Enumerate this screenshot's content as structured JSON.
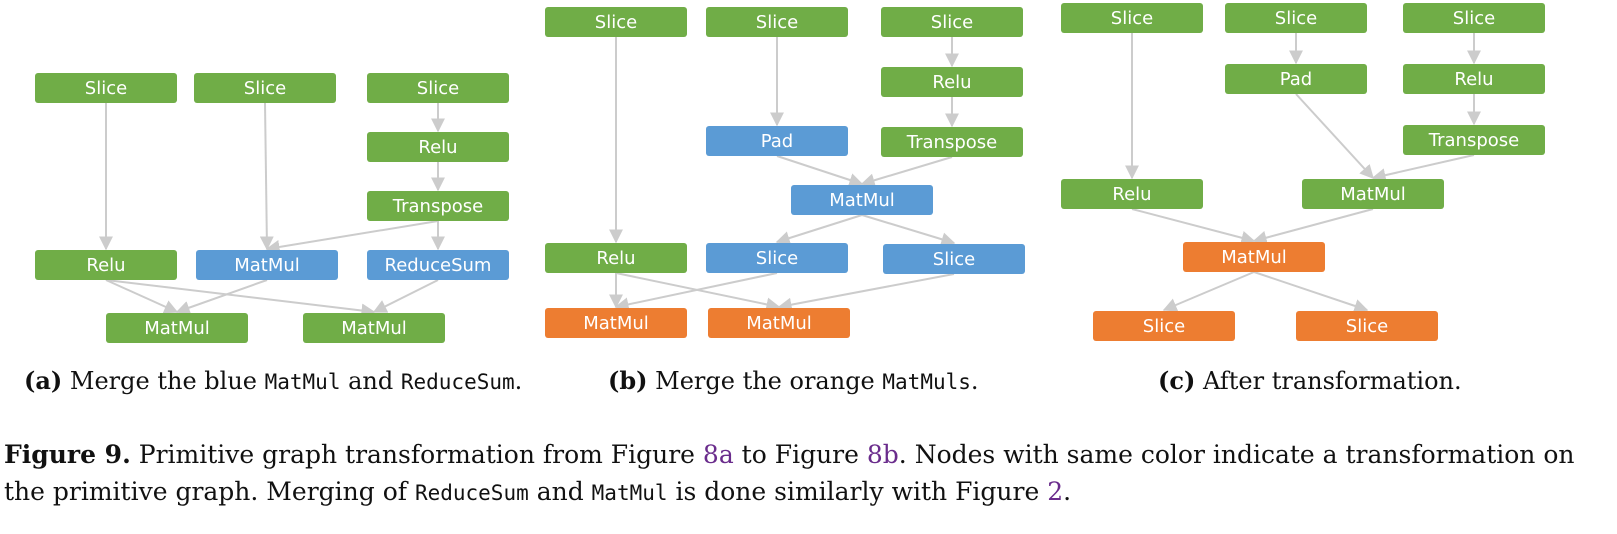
{
  "colors": {
    "green": "#70ad47",
    "blue": "#5b9bd5",
    "orange": "#ed7d31",
    "edge": "#cccccc",
    "link": "#6a2c8c"
  },
  "panels": [
    {
      "id": "a",
      "nodes": [
        {
          "id": "a_s1",
          "label": "Slice",
          "color": "green"
        },
        {
          "id": "a_s2",
          "label": "Slice",
          "color": "green"
        },
        {
          "id": "a_s3",
          "label": "Slice",
          "color": "green"
        },
        {
          "id": "a_relu2",
          "label": "Relu",
          "color": "green"
        },
        {
          "id": "a_tr",
          "label": "Transpose",
          "color": "green"
        },
        {
          "id": "a_relu1",
          "label": "Relu",
          "color": "green"
        },
        {
          "id": "a_mm",
          "label": "MatMul",
          "color": "blue"
        },
        {
          "id": "a_rs",
          "label": "ReduceSum",
          "color": "blue"
        },
        {
          "id": "a_mm1",
          "label": "MatMul",
          "color": "green"
        },
        {
          "id": "a_mm2",
          "label": "MatMul",
          "color": "green"
        }
      ],
      "edges": [
        [
          "a_s1",
          "a_relu1"
        ],
        [
          "a_s2",
          "a_mm"
        ],
        [
          "a_s3",
          "a_relu2"
        ],
        [
          "a_relu2",
          "a_tr"
        ],
        [
          "a_tr",
          "a_mm"
        ],
        [
          "a_tr",
          "a_rs"
        ],
        [
          "a_relu1",
          "a_mm1"
        ],
        [
          "a_relu1",
          "a_mm2"
        ],
        [
          "a_mm",
          "a_mm1"
        ],
        [
          "a_rs",
          "a_mm2"
        ]
      ]
    },
    {
      "id": "b",
      "nodes": [
        {
          "id": "b_s1",
          "label": "Slice",
          "color": "green"
        },
        {
          "id": "b_s2",
          "label": "Slice",
          "color": "green"
        },
        {
          "id": "b_s3",
          "label": "Slice",
          "color": "green"
        },
        {
          "id": "b_relu2",
          "label": "Relu",
          "color": "green"
        },
        {
          "id": "b_pad",
          "label": "Pad",
          "color": "blue"
        },
        {
          "id": "b_tr",
          "label": "Transpose",
          "color": "green"
        },
        {
          "id": "b_mm",
          "label": "MatMul",
          "color": "blue"
        },
        {
          "id": "b_relu1",
          "label": "Relu",
          "color": "green"
        },
        {
          "id": "b_sl1",
          "label": "Slice",
          "color": "blue"
        },
        {
          "id": "b_sl2",
          "label": "Slice",
          "color": "blue"
        },
        {
          "id": "b_mm1",
          "label": "MatMul",
          "color": "orange"
        },
        {
          "id": "b_mm2",
          "label": "MatMul",
          "color": "orange"
        }
      ],
      "edges": [
        [
          "b_s1",
          "b_relu1"
        ],
        [
          "b_s2",
          "b_pad"
        ],
        [
          "b_s3",
          "b_relu2"
        ],
        [
          "b_relu2",
          "b_tr"
        ],
        [
          "b_pad",
          "b_mm"
        ],
        [
          "b_tr",
          "b_mm"
        ],
        [
          "b_mm",
          "b_sl1"
        ],
        [
          "b_mm",
          "b_sl2"
        ],
        [
          "b_relu1",
          "b_mm1"
        ],
        [
          "b_relu1",
          "b_mm2"
        ],
        [
          "b_sl1",
          "b_mm1"
        ],
        [
          "b_sl2",
          "b_mm2"
        ]
      ]
    },
    {
      "id": "c",
      "nodes": [
        {
          "id": "c_s1",
          "label": "Slice",
          "color": "green"
        },
        {
          "id": "c_s2",
          "label": "Slice",
          "color": "green"
        },
        {
          "id": "c_s3",
          "label": "Slice",
          "color": "green"
        },
        {
          "id": "c_pad",
          "label": "Pad",
          "color": "green"
        },
        {
          "id": "c_relu2",
          "label": "Relu",
          "color": "green"
        },
        {
          "id": "c_tr",
          "label": "Transpose",
          "color": "green"
        },
        {
          "id": "c_relu1",
          "label": "Relu",
          "color": "green"
        },
        {
          "id": "c_mmg",
          "label": "MatMul",
          "color": "green"
        },
        {
          "id": "c_mm",
          "label": "MatMul",
          "color": "orange"
        },
        {
          "id": "c_sl1",
          "label": "Slice",
          "color": "orange"
        },
        {
          "id": "c_sl2",
          "label": "Slice",
          "color": "orange"
        }
      ],
      "edges": [
        [
          "c_s1",
          "c_relu1"
        ],
        [
          "c_s2",
          "c_pad"
        ],
        [
          "c_s3",
          "c_relu2"
        ],
        [
          "c_relu2",
          "c_tr"
        ],
        [
          "c_pad",
          "c_mmg"
        ],
        [
          "c_tr",
          "c_mmg"
        ],
        [
          "c_relu1",
          "c_mm"
        ],
        [
          "c_mmg",
          "c_mm"
        ],
        [
          "c_mm",
          "c_sl1"
        ],
        [
          "c_mm",
          "c_sl2"
        ]
      ]
    }
  ],
  "subcaptions": {
    "a": {
      "letter": "(a)",
      "t1": " Merge the blue ",
      "c1": "MatMul",
      "t2": " and ",
      "c2": "ReduceSum",
      "t3": "."
    },
    "b": {
      "letter": "(b)",
      "t1": " Merge the orange ",
      "c1": "MatMuls",
      "t2": "."
    },
    "c": {
      "letter": "(c)",
      "t1": " After transformation."
    }
  },
  "caption": {
    "lead": "Figure 9.",
    "p1": " Primitive graph transformation from Figure ",
    "ref1": "8a",
    "p2": " to Figure ",
    "ref2": "8b",
    "p3": ". Nodes with same color indicate a transformation on the primitive graph. Merging of ",
    "code1": "ReduceSum",
    "p4": " and ",
    "code2": "MatMul",
    "p5": " is done similarly with Figure ",
    "ref3": "2",
    "p6": "."
  }
}
